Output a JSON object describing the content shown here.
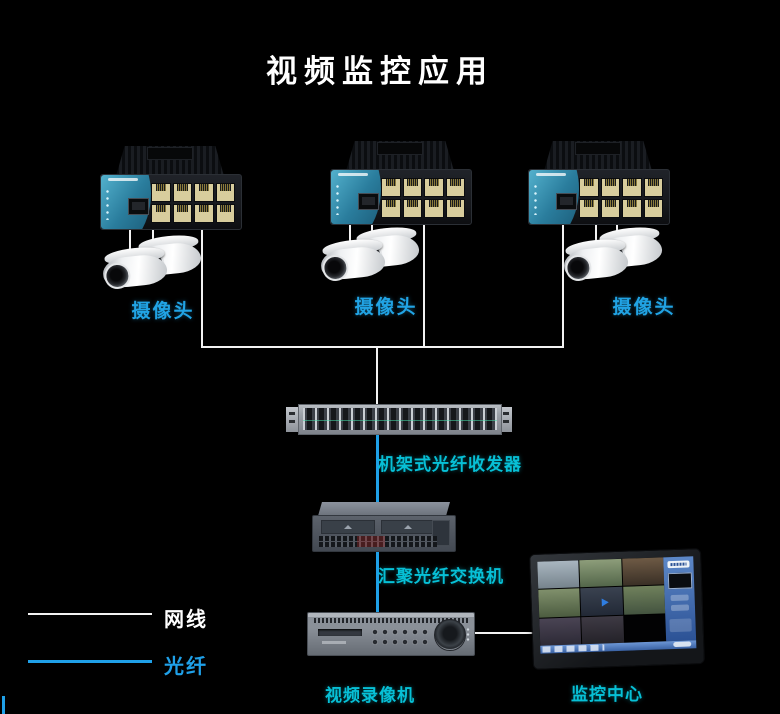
{
  "title": "视频监控应用",
  "camera_groups": [
    {
      "label": "摄像头"
    },
    {
      "label": "摄像头"
    },
    {
      "label": "摄像头"
    }
  ],
  "devices": {
    "media_converter_rack": {
      "label": "机架式光纤收发器"
    },
    "aggregation_switch": {
      "label": "汇聚光纤交换机"
    },
    "video_recorder": {
      "label": "视频录像机"
    },
    "monitoring_center": {
      "label": "监控中心"
    }
  },
  "legend": {
    "network": {
      "label": "网线",
      "color": "#ffffff"
    },
    "fiber": {
      "label": "光纤",
      "color": "#1fa0e8"
    }
  },
  "colors": {
    "background": "#000000",
    "network_cable": "#f2f2f2",
    "fiber_line": "#1fa0e8",
    "camera_label": "#21a3e4",
    "device_label": "#07c0d6",
    "switch_panel_teal": "#2a7d9d",
    "port_yellow": "#d8cd9d"
  }
}
